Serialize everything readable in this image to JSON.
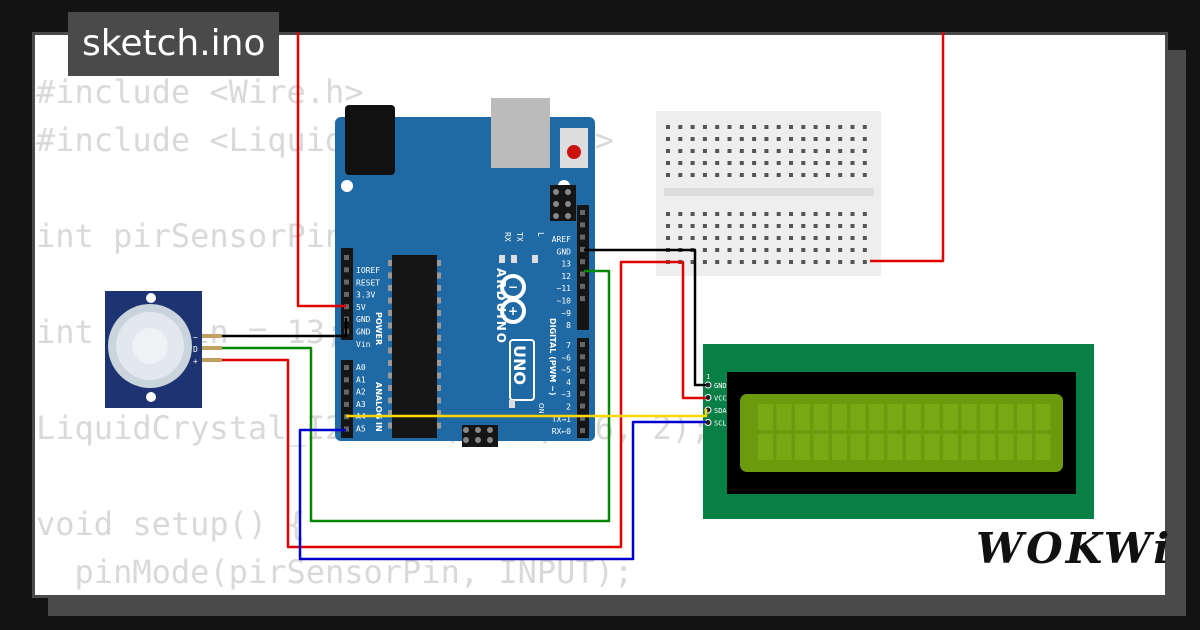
{
  "header": {
    "filename": "sketch.ino"
  },
  "code": {
    "lines": [
      "#include <Wire.h>",
      "#include <LiquidCrystal_I2C.h>",
      "",
      "int pirSensorPin = 2;",
      "",
      "int ledPin = 13;",
      "",
      "LiquidCrystal_I2C lcd(0x27, 16, 2);",
      "",
      "void setup() {",
      "  pinMode(pirSensorPin, INPUT);"
    ]
  },
  "arduino": {
    "brand": "ARDUINO",
    "model": "UNO",
    "power_header_label": "POWER",
    "analog_header_label": "ANALOG IN",
    "digital_header_label": "DIGITAL (PWM ~)",
    "power_pins": [
      "IOREF",
      "RESET",
      "3.3V",
      "5V",
      "GND",
      "GND",
      "Vin"
    ],
    "analog_pins": [
      "A0",
      "A1",
      "A2",
      "A3",
      "A4",
      "A5"
    ],
    "digital_pins_top": [
      "AREF",
      "GND",
      "13",
      "12",
      "~11",
      "~10",
      "~9",
      "8"
    ],
    "digital_pins_bottom": [
      "7",
      "~6",
      "~5",
      "4",
      "~3",
      "2",
      "TX→1",
      "RX←0"
    ],
    "led_labels": [
      "RX",
      "TX",
      "L"
    ],
    "on_label": "ON"
  },
  "pir": {
    "pins": [
      "−",
      "D",
      "+"
    ]
  },
  "lcd": {
    "pins": [
      "GND",
      "VCC",
      "SDA",
      "SCL"
    ],
    "pin_number": "1"
  },
  "wires": {
    "red": "#e00000",
    "black": "#000000",
    "green": "#008800",
    "blue": "#0000cc",
    "yellow": "#ffd700"
  },
  "brand": {
    "logo": "WOKWi"
  }
}
